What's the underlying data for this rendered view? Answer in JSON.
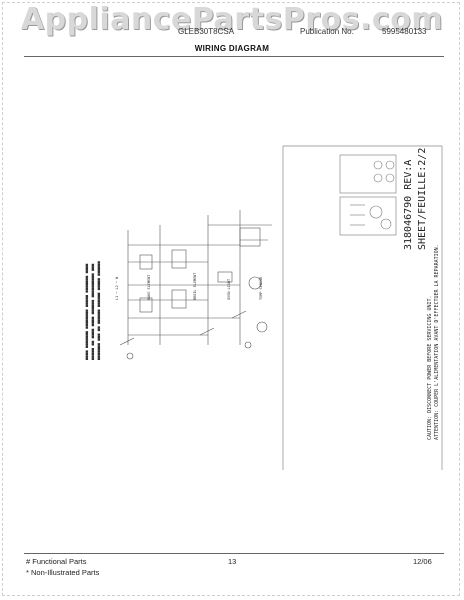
{
  "watermark": "AppliancePartsPros.com",
  "header": {
    "model": "GLEB30T8CSA",
    "publication_label": "Publication No.",
    "publication_number": "5995480133"
  },
  "title": "WIRING DIAGRAM",
  "sheet": {
    "part_number": "318046790 REV:A",
    "sheet_label": "SHEET/FEUILLE:2/2"
  },
  "warning": {
    "en": "CAUTION: DISCONNECT POWER BEFORE SERVICING UNIT.",
    "fr": "ATTENTION: COUPER L'ALIMENTATION AVANT D'EFFECTUER LA REPARATION."
  },
  "footer": {
    "functional_parts": "# Functional Parts",
    "non_illustrated_parts": "* Non-Illustrated Parts",
    "page": "13",
    "date": "12/06"
  },
  "colors": {
    "watermark": "#d8d8d8",
    "line": "#555555"
  }
}
